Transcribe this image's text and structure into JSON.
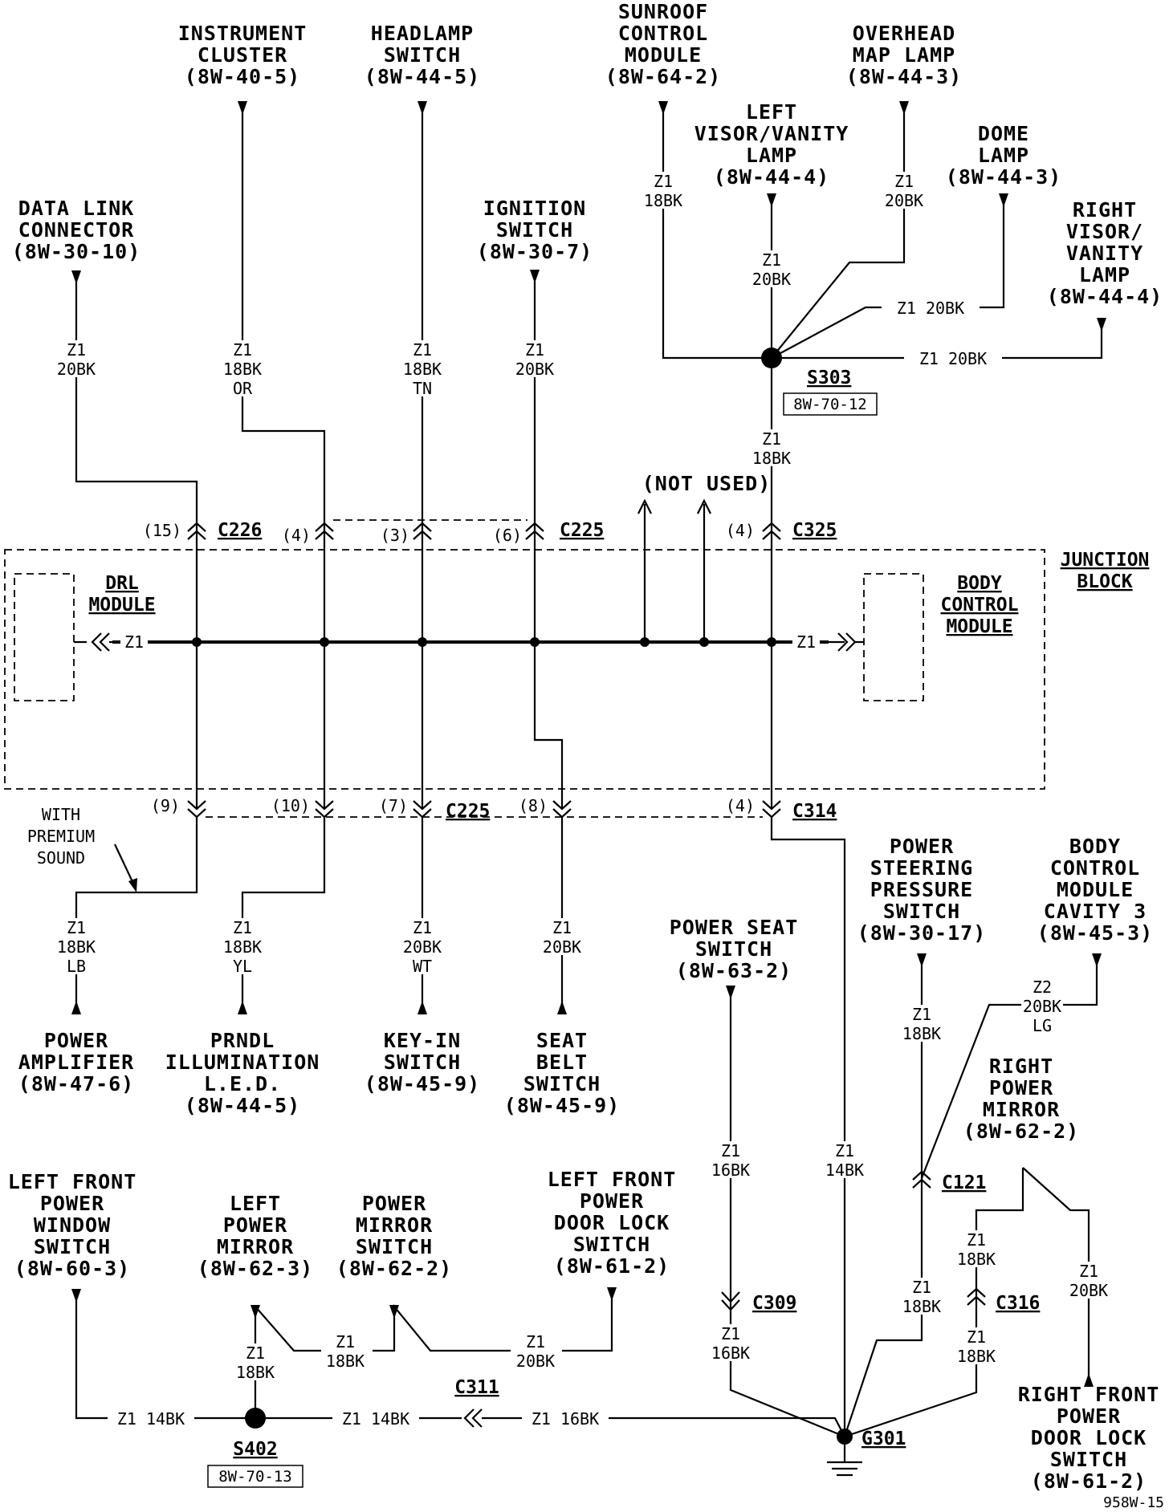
{
  "figure_id": "958W-15",
  "components": {
    "instrument_cluster": [
      "INSTRUMENT",
      "CLUSTER",
      "(8W-40-5)"
    ],
    "headlamp_switch": [
      "HEADLAMP",
      "SWITCH",
      "(8W-44-5)"
    ],
    "sunroof_control_module": [
      "SUNROOF",
      "CONTROL",
      "MODULE",
      "(8W-64-2)"
    ],
    "overhead_map_lamp": [
      "OVERHEAD",
      "MAP LAMP",
      "(8W-44-3)"
    ],
    "left_visor_vanity_lamp": [
      "LEFT",
      "VISOR/VANITY",
      "LAMP",
      "(8W-44-4)"
    ],
    "dome_lamp": [
      "DOME",
      "LAMP",
      "(8W-44-3)"
    ],
    "right_visor_vanity_lamp": [
      "RIGHT",
      "VISOR/",
      "VANITY",
      "LAMP",
      "(8W-44-4)"
    ],
    "data_link_connector": [
      "DATA LINK",
      "CONNECTOR",
      "(8W-30-10)"
    ],
    "ignition_switch": [
      "IGNITION",
      "SWITCH",
      "(8W-30-7)"
    ],
    "drl_module": [
      "DRL",
      "MODULE"
    ],
    "body_control_module": [
      "BODY",
      "CONTROL",
      "MODULE"
    ],
    "junction_block": [
      "JUNCTION",
      "BLOCK"
    ],
    "not_used": "(NOT USED)",
    "power_amplifier": [
      "POWER",
      "AMPLIFIER",
      "(8W-47-6)"
    ],
    "prndl_illumination": [
      "PRNDL",
      "ILLUMINATION",
      "L.E.D.",
      "(8W-44-5)"
    ],
    "key_in_switch": [
      "KEY-IN",
      "SWITCH",
      "(8W-45-9)"
    ],
    "seat_belt_switch": [
      "SEAT",
      "BELT",
      "SWITCH",
      "(8W-45-9)"
    ],
    "power_seat_switch": [
      "POWER SEAT",
      "SWITCH",
      "(8W-63-2)"
    ],
    "power_steering_pressure_switch": [
      "POWER",
      "STEERING",
      "PRESSURE",
      "SWITCH",
      "(8W-30-17)"
    ],
    "bcm_cavity_3": [
      "BODY",
      "CONTROL",
      "MODULE",
      "CAVITY 3",
      "(8W-45-3)"
    ],
    "right_power_mirror": [
      "RIGHT",
      "POWER",
      "MIRROR",
      "(8W-62-2)"
    ],
    "left_front_power_window_switch": [
      "LEFT FRONT",
      "POWER",
      "WINDOW",
      "SWITCH",
      "(8W-60-3)"
    ],
    "left_power_mirror": [
      "LEFT",
      "POWER",
      "MIRROR",
      "(8W-62-3)"
    ],
    "power_mirror_switch": [
      "POWER",
      "MIRROR",
      "SWITCH",
      "(8W-62-2)"
    ],
    "left_front_power_door_lock_switch": [
      "LEFT FRONT",
      "POWER",
      "DOOR LOCK",
      "SWITCH",
      "(8W-61-2)"
    ],
    "right_front_power_door_lock_switch": [
      "RIGHT FRONT",
      "POWER",
      "DOOR LOCK",
      "SWITCH",
      "(8W-61-2)"
    ],
    "with_premium_sound": [
      "WITH",
      "PREMIUM",
      "SOUND"
    ]
  },
  "splices": {
    "s303": {
      "name": "S303",
      "ref": "8W-70-12"
    },
    "s402": {
      "name": "S402",
      "ref": "8W-70-13"
    },
    "g301": {
      "name": "G301"
    }
  },
  "connectors": {
    "c226": "C226",
    "c225_top": "C225",
    "c325": "C325",
    "c225_bottom": "C225",
    "c314": "C314",
    "c121": "C121",
    "c309": "C309",
    "c316": "C316",
    "c311": "C311"
  },
  "pins": {
    "p15": "(15)",
    "p4a": "(4)",
    "p3": "(3)",
    "p6": "(6)",
    "p4b": "(4)",
    "p9": "(9)",
    "p10": "(10)",
    "p7": "(7)",
    "p8": "(8)",
    "p4c": "(4)"
  },
  "wires": {
    "w_sunroof": [
      "Z1",
      "18BK"
    ],
    "w_left_visor": [
      "Z1",
      "20BK"
    ],
    "w_map": [
      "Z1",
      "20BK"
    ],
    "w_dome": "Z1 20BK",
    "w_right_visor": "Z1 20BK",
    "w_s303_down": [
      "Z1",
      "18BK"
    ],
    "w_dlc": [
      "Z1",
      "20BK"
    ],
    "w_cluster": [
      "Z1",
      "18BK",
      "OR"
    ],
    "w_headlamp": [
      "Z1",
      "18BK",
      "TN"
    ],
    "w_ignition": [
      "Z1",
      "20BK"
    ],
    "w_drl": "Z1",
    "w_bcm": "Z1",
    "w_amp": [
      "Z1",
      "18BK",
      "LB"
    ],
    "w_prndl": [
      "Z1",
      "18BK",
      "YL"
    ],
    "w_keyin": [
      "Z1",
      "20BK",
      "WT"
    ],
    "w_seatbelt": [
      "Z1",
      "20BK"
    ],
    "w_pseat_upper": [
      "Z1",
      "16BK"
    ],
    "w_pseat_lower": [
      "Z1",
      "16BK"
    ],
    "w_c314_down": [
      "Z1",
      "14BK"
    ],
    "w_ps_upper": [
      "Z1",
      "18BK"
    ],
    "w_ps_lower": [
      "Z1",
      "18BK"
    ],
    "w_bcm_cav3": [
      "Z2",
      "20BK",
      "LG"
    ],
    "w_rmirror_l_upper": [
      "Z1",
      "18BK"
    ],
    "w_rmirror_l_lower": [
      "Z1",
      "18BK"
    ],
    "w_rmirror_r": [
      "Z1",
      "20BK"
    ],
    "w_lfwin": "Z1 14BK",
    "w_lmirror": [
      "Z1",
      "18BK"
    ],
    "w_lmirror_diag": [
      "Z1",
      "18BK"
    ],
    "w_pms_diag": [
      "Z1",
      "20BK"
    ],
    "w_s402_right": "Z1 14BK",
    "w_c311_right": "Z1 16BK"
  }
}
